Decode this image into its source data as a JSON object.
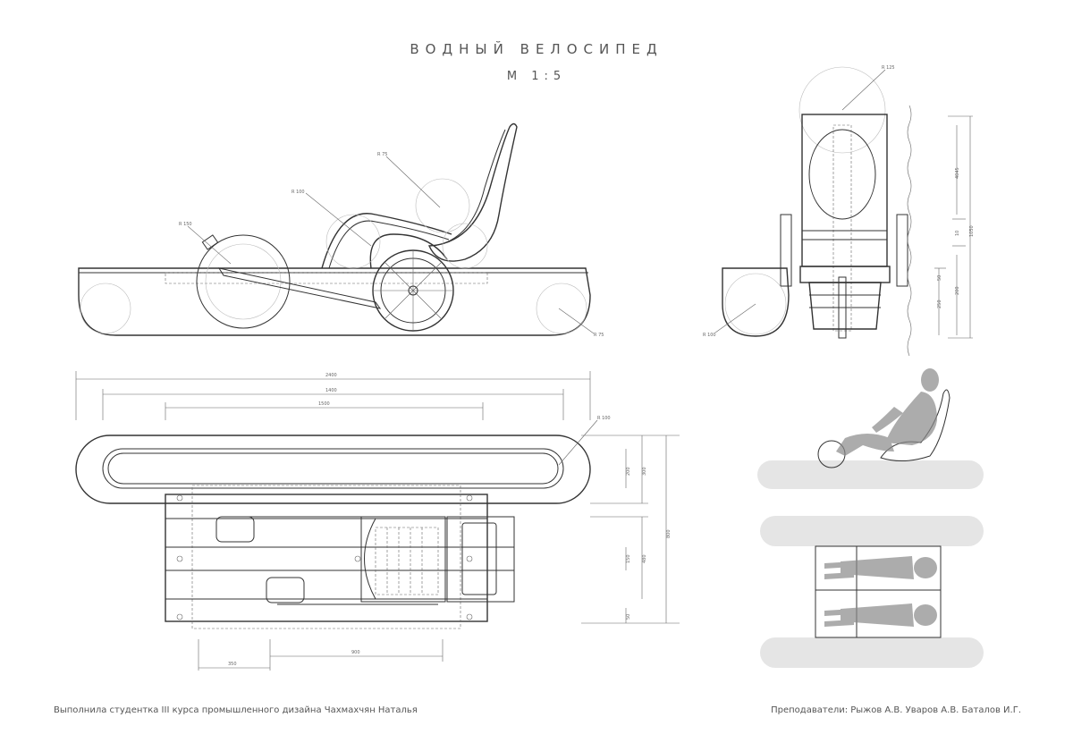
{
  "header": {
    "title": "ВОДНЫЙ ВЕЛОСИПЕД",
    "scale": "М 1:5"
  },
  "footer": {
    "author": "Выполнила студентка III курса промышленного дизайна Чахмахчян Наталья",
    "teachers": "Преподаватели: Рыжов А.В. Уваров А.В. Баталов И.Г."
  },
  "dimensions": {
    "side": {
      "r150": "R 150",
      "r100": "R 100",
      "r75_top": "R 75",
      "r75_bottom": "R 75"
    },
    "front": {
      "r125": "R 125",
      "r100": "R 100",
      "d4045": "4045",
      "d1050": "1050",
      "d10": "10",
      "d50": "50",
      "d200": "200",
      "d250": "250"
    },
    "plan": {
      "d2400": "2400",
      "d1400": "1400",
      "d1500": "1500",
      "r100": "R 100",
      "d200": "200",
      "d300": "300",
      "d800": "800",
      "d150": "150",
      "d480": "480",
      "d50": "50",
      "d900": "900",
      "d350": "350"
    }
  },
  "colors": {
    "line": "#333333",
    "float_fill": "#e5e5e5",
    "figure": "#8a8a8a"
  }
}
